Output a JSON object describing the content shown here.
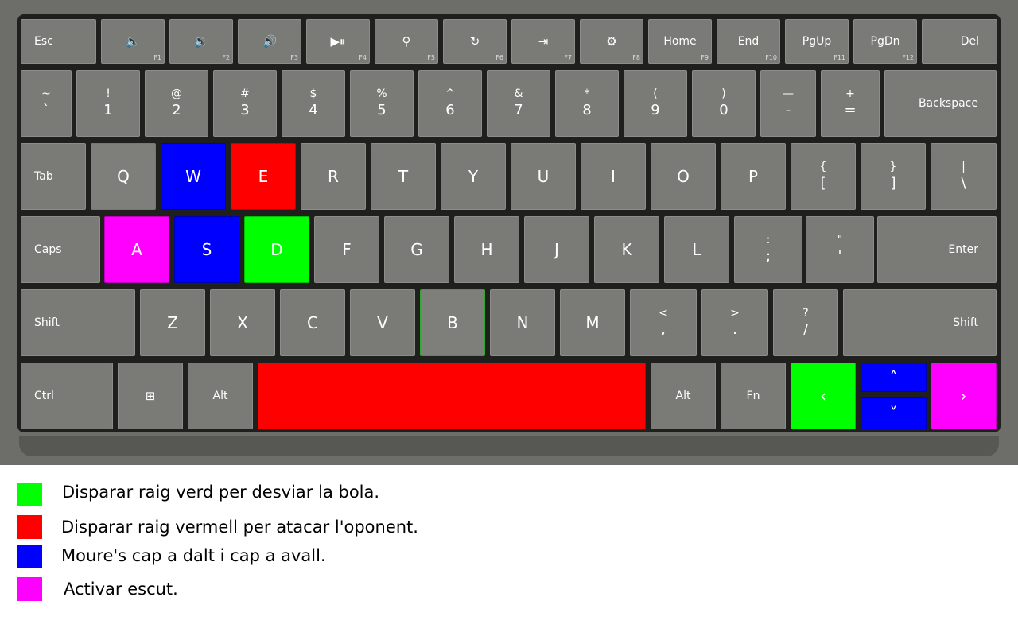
{
  "keyboard": {
    "colors": {
      "key": "#7a7a76",
      "frame": "#6d6d69",
      "plate": "#1f201e",
      "red": "#ff0000",
      "green": "#00ff00",
      "blue": "#0000ff",
      "magenta": "#ff00ff"
    },
    "rows": [
      [
        {
          "name": "esc",
          "label": "Esc"
        },
        {
          "name": "f1",
          "icon": "🔈",
          "icon_name": "mute-icon",
          "fn": "F1"
        },
        {
          "name": "f2",
          "icon": "🔉",
          "icon_name": "volume-down-icon",
          "fn": "F2"
        },
        {
          "name": "f3",
          "icon": "🔊",
          "icon_name": "volume-up-icon",
          "fn": "F3"
        },
        {
          "name": "f4",
          "icon": "▶⏸",
          "icon_name": "play-pause-icon",
          "fn": "F4"
        },
        {
          "name": "f5",
          "icon": "⚲",
          "icon_name": "search-icon",
          "fn": "F5"
        },
        {
          "name": "f6",
          "icon": "↻",
          "icon_name": "share-icon",
          "fn": "F6"
        },
        {
          "name": "f7",
          "icon": "⇥",
          "icon_name": "devices-icon",
          "fn": "F7"
        },
        {
          "name": "f8",
          "icon": "⚙",
          "icon_name": "gear-icon",
          "fn": "F8"
        },
        {
          "name": "home",
          "label": "Home",
          "fn": "F9"
        },
        {
          "name": "end",
          "label": "End",
          "fn": "F10"
        },
        {
          "name": "pgup",
          "label": "PgUp",
          "fn": "F11"
        },
        {
          "name": "pgdn",
          "label": "PgDn",
          "fn": "F12"
        },
        {
          "name": "del",
          "label": "Del"
        }
      ],
      [
        {
          "name": "backtick",
          "top": "~",
          "bottom": "`"
        },
        {
          "name": "1",
          "top": "!",
          "bottom": "1"
        },
        {
          "name": "2",
          "top": "@",
          "bottom": "2"
        },
        {
          "name": "3",
          "top": "#",
          "bottom": "3"
        },
        {
          "name": "4",
          "top": "$",
          "bottom": "4"
        },
        {
          "name": "5",
          "top": "%",
          "bottom": "5"
        },
        {
          "name": "6",
          "top": "^",
          "bottom": "6"
        },
        {
          "name": "7",
          "top": "&",
          "bottom": "7"
        },
        {
          "name": "8",
          "top": "*",
          "bottom": "8"
        },
        {
          "name": "9",
          "top": "(",
          "bottom": "9"
        },
        {
          "name": "0",
          "top": ")",
          "bottom": "0"
        },
        {
          "name": "minus",
          "top": "—",
          "bottom": "-"
        },
        {
          "name": "equals",
          "top": "+",
          "bottom": "="
        },
        {
          "name": "backspace",
          "label": "Backspace"
        }
      ],
      [
        {
          "name": "tab",
          "label": "Tab"
        },
        {
          "name": "q",
          "label": "Q",
          "color": "gray"
        },
        {
          "name": "w",
          "label": "W",
          "color": "blue"
        },
        {
          "name": "e",
          "label": "E",
          "color": "red"
        },
        {
          "name": "r",
          "label": "R"
        },
        {
          "name": "t",
          "label": "T"
        },
        {
          "name": "y",
          "label": "Y"
        },
        {
          "name": "u",
          "label": "U"
        },
        {
          "name": "i",
          "label": "I"
        },
        {
          "name": "o",
          "label": "O"
        },
        {
          "name": "p",
          "label": "P"
        },
        {
          "name": "lbracket",
          "top": "{",
          "bottom": "["
        },
        {
          "name": "rbracket",
          "top": "}",
          "bottom": "]"
        },
        {
          "name": "backslash",
          "top": "|",
          "bottom": "\\"
        }
      ],
      [
        {
          "name": "caps",
          "label": "Caps"
        },
        {
          "name": "a",
          "label": "A",
          "color": "magenta"
        },
        {
          "name": "s",
          "label": "S",
          "color": "blue"
        },
        {
          "name": "d",
          "label": "D",
          "color": "green"
        },
        {
          "name": "f",
          "label": "F"
        },
        {
          "name": "g",
          "label": "G"
        },
        {
          "name": "h",
          "label": "H"
        },
        {
          "name": "j",
          "label": "J"
        },
        {
          "name": "k",
          "label": "K"
        },
        {
          "name": "l",
          "label": "L"
        },
        {
          "name": "semicolon",
          "top": ":",
          "bottom": ";"
        },
        {
          "name": "quote",
          "top": "\"",
          "bottom": "'"
        },
        {
          "name": "enter",
          "label": "Enter"
        }
      ],
      [
        {
          "name": "lshift",
          "label": "Shift"
        },
        {
          "name": "z",
          "label": "Z"
        },
        {
          "name": "x",
          "label": "X"
        },
        {
          "name": "c",
          "label": "C"
        },
        {
          "name": "v",
          "label": "V"
        },
        {
          "name": "b",
          "label": "B",
          "color": "gray"
        },
        {
          "name": "n",
          "label": "N"
        },
        {
          "name": "m",
          "label": "M"
        },
        {
          "name": "comma",
          "top": "<",
          "bottom": ","
        },
        {
          "name": "period",
          "top": ">",
          "bottom": "."
        },
        {
          "name": "slash",
          "top": "?",
          "bottom": "/"
        },
        {
          "name": "rshift",
          "label": "Shift"
        }
      ],
      [
        {
          "name": "ctrl",
          "label": "Ctrl"
        },
        {
          "name": "win",
          "icon": "⊞",
          "icon_name": "windows-icon"
        },
        {
          "name": "lalt",
          "label": "Alt"
        },
        {
          "name": "space",
          "label": "",
          "color": "red"
        },
        {
          "name": "ralt",
          "label": "Alt"
        },
        {
          "name": "fn",
          "label": "Fn"
        },
        {
          "name": "left",
          "label": "‹",
          "color": "green"
        },
        {
          "name": "up",
          "label": "˄",
          "color": "blue"
        },
        {
          "name": "down",
          "label": "˅",
          "color": "blue"
        },
        {
          "name": "right",
          "label": "›",
          "color": "magenta"
        }
      ]
    ]
  },
  "legend": [
    {
      "color": "#00ff00",
      "text": "Disparar raig verd per desviar la bola."
    },
    {
      "color": "#ff0000",
      "text": "Disparar raig vermell per atacar l'oponent."
    },
    {
      "color": "#0000ff",
      "text": "Moure's cap a dalt i cap a avall."
    },
    {
      "color": "#ff00ff",
      "text": "Activar escut."
    }
  ]
}
